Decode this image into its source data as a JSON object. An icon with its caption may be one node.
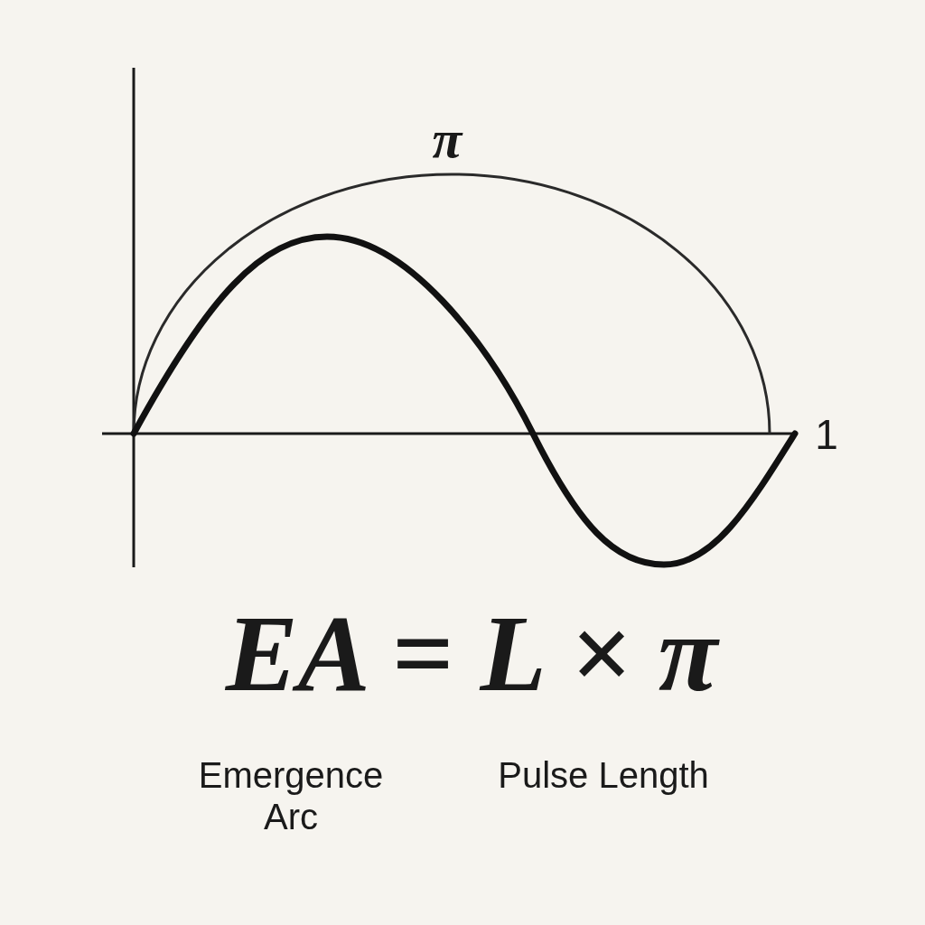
{
  "diagram": {
    "labels": [
      "π",
      "1",
      "EA = L × π",
      "Emergence Arc",
      "Pulse Length"
    ]
  }
}
